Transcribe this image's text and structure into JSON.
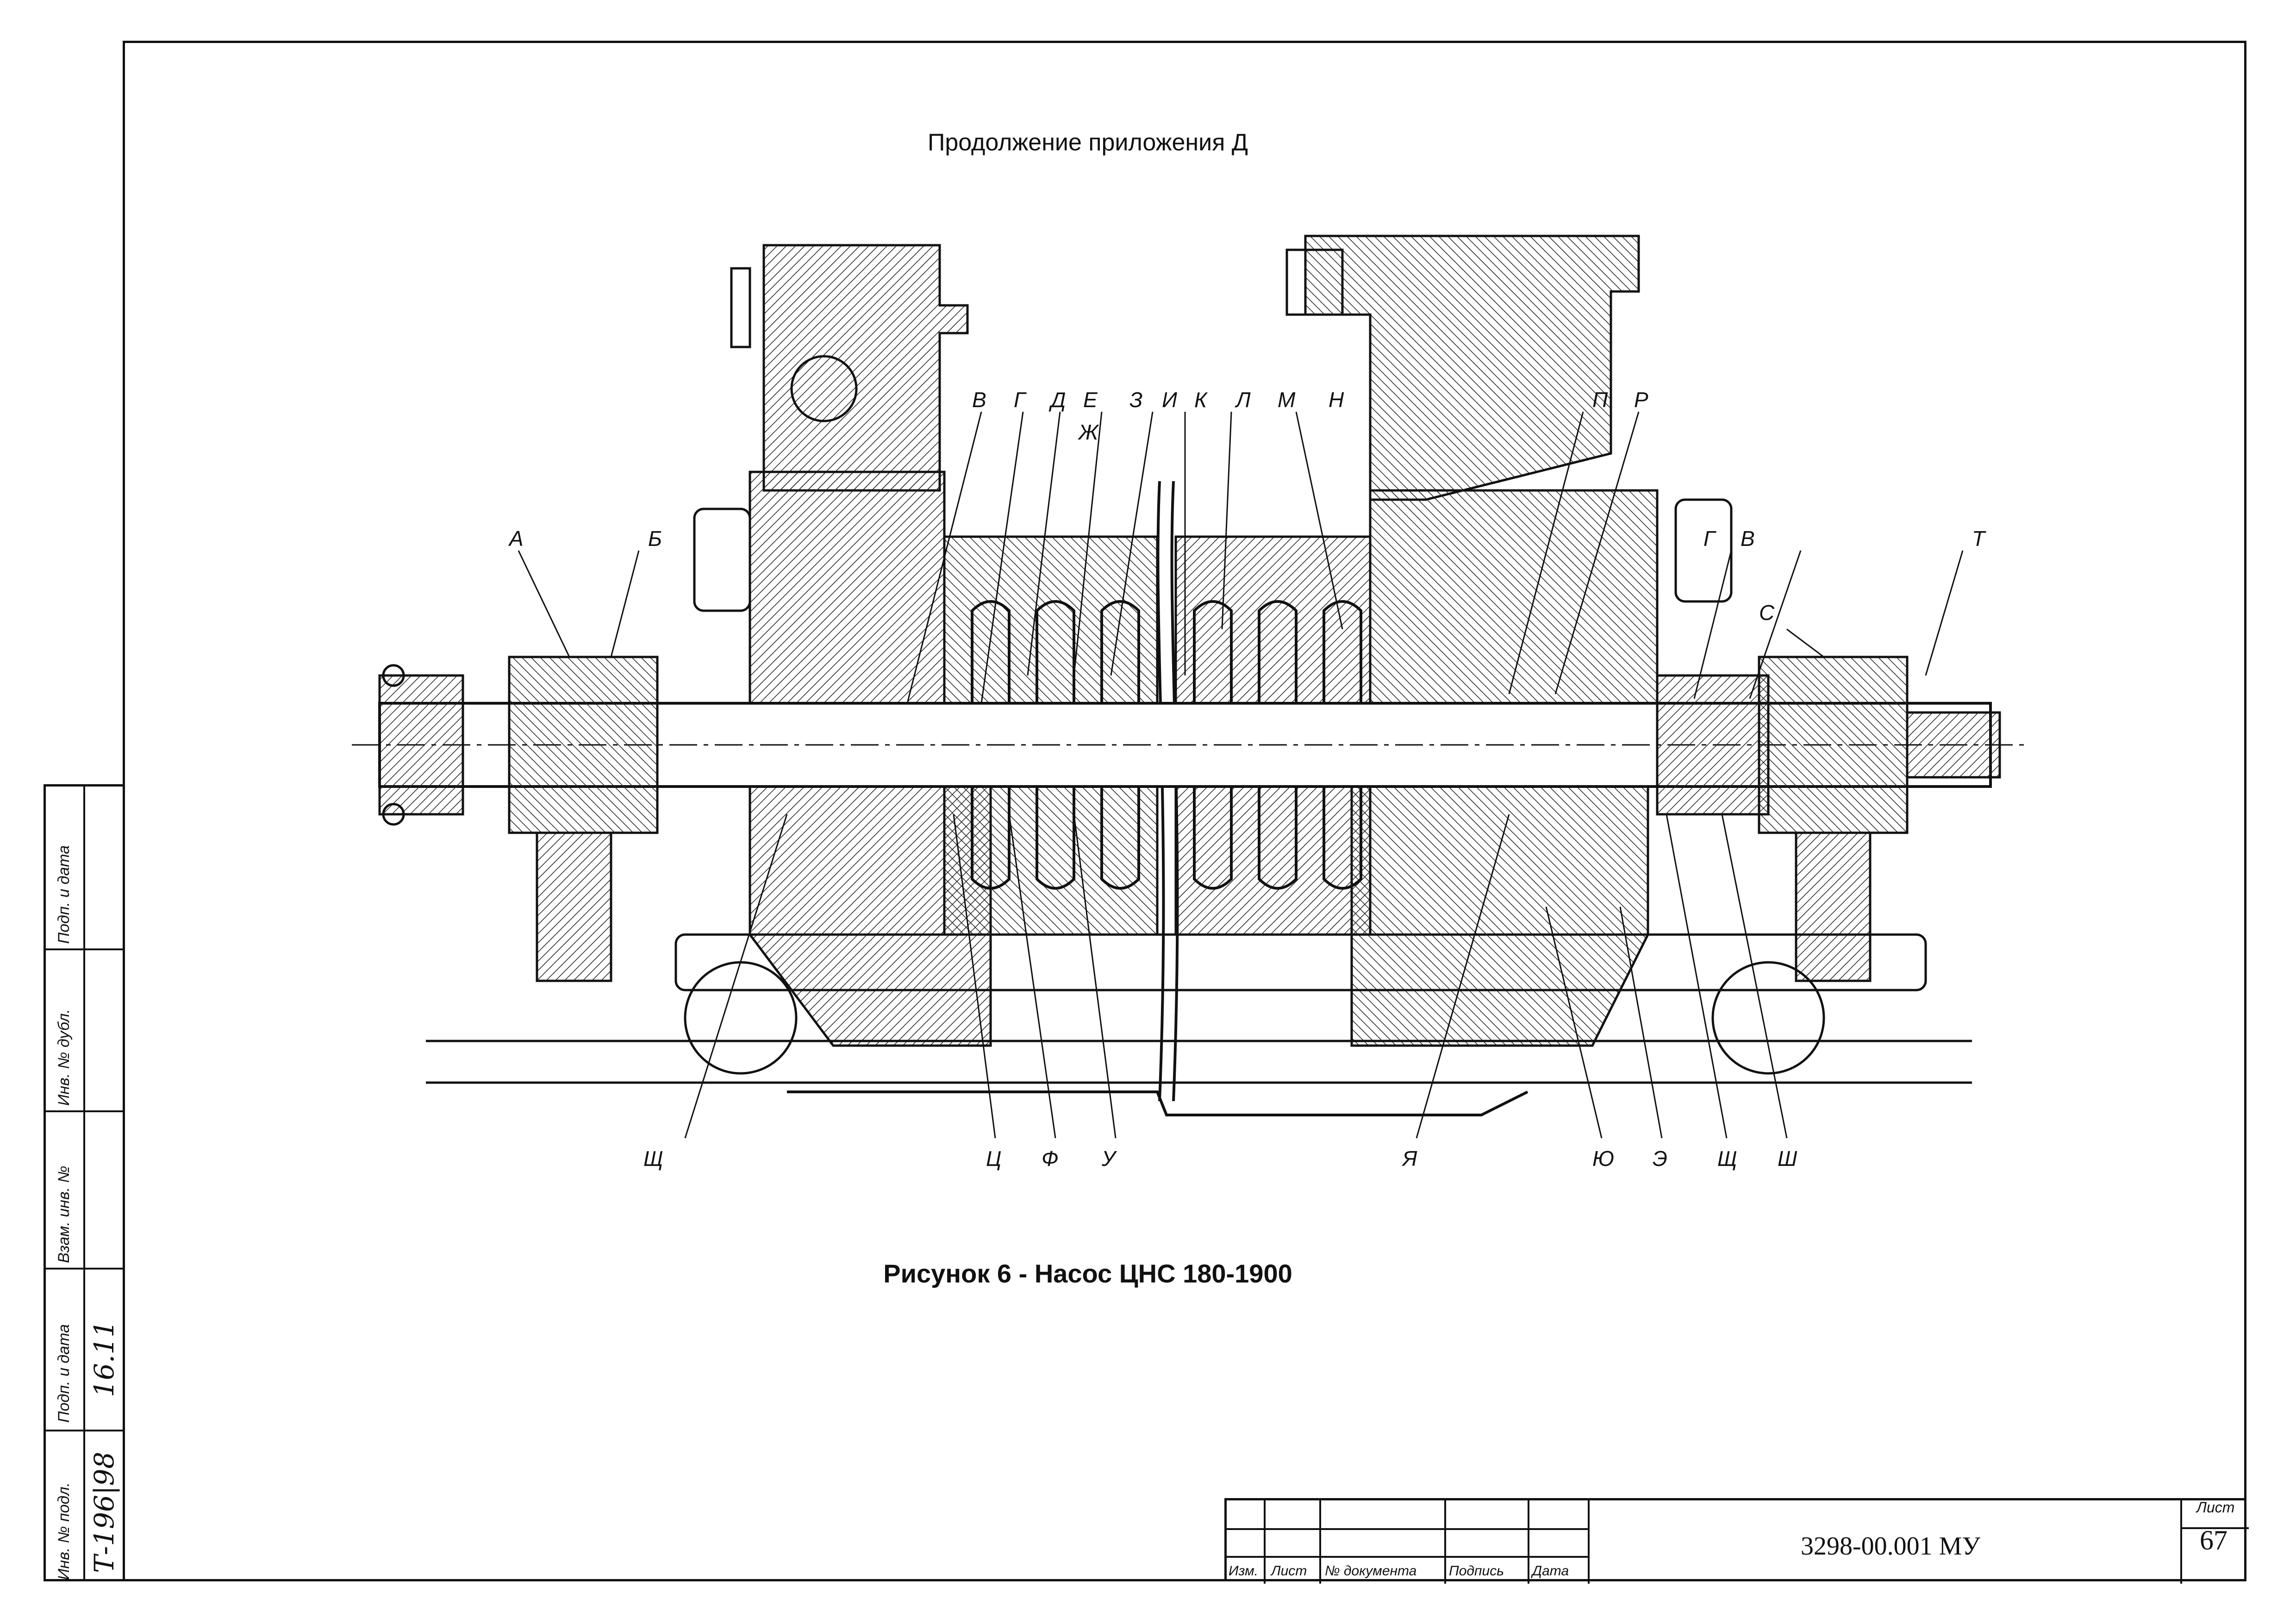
{
  "heading": "Продолжение приложения Д",
  "caption": "Рисунок 6 - Насос ЦНС 180-1900",
  "callouts_top": [
    "В",
    "Г",
    "Д",
    "Е",
    "Ж",
    "З",
    "И",
    "К",
    "Л",
    "М",
    "Н",
    "П",
    "Р"
  ],
  "callouts_side": [
    "А",
    "Б",
    "Г",
    "В",
    "С",
    "Т"
  ],
  "callouts_bottom": [
    "Щ",
    "Ц",
    "Ф",
    "У",
    "Я",
    "Ю",
    "Э",
    "Щ",
    "Ш"
  ],
  "title_block": {
    "col_labels": [
      "Изм.",
      "Лист",
      "№ документа",
      "Подпись",
      "Дата"
    ],
    "doc_code": "3298-00.001 МУ",
    "sheet_label": "Лист",
    "sheet_number": "67"
  },
  "side_stamp": {
    "labels": [
      "Инв. № подл.",
      "Подп. и дата",
      "Взам. инв. №",
      "Инв. № дубл.",
      "Подп. и дата"
    ],
    "inv_number": "Т-196|98",
    "signature_date": "16.11"
  }
}
